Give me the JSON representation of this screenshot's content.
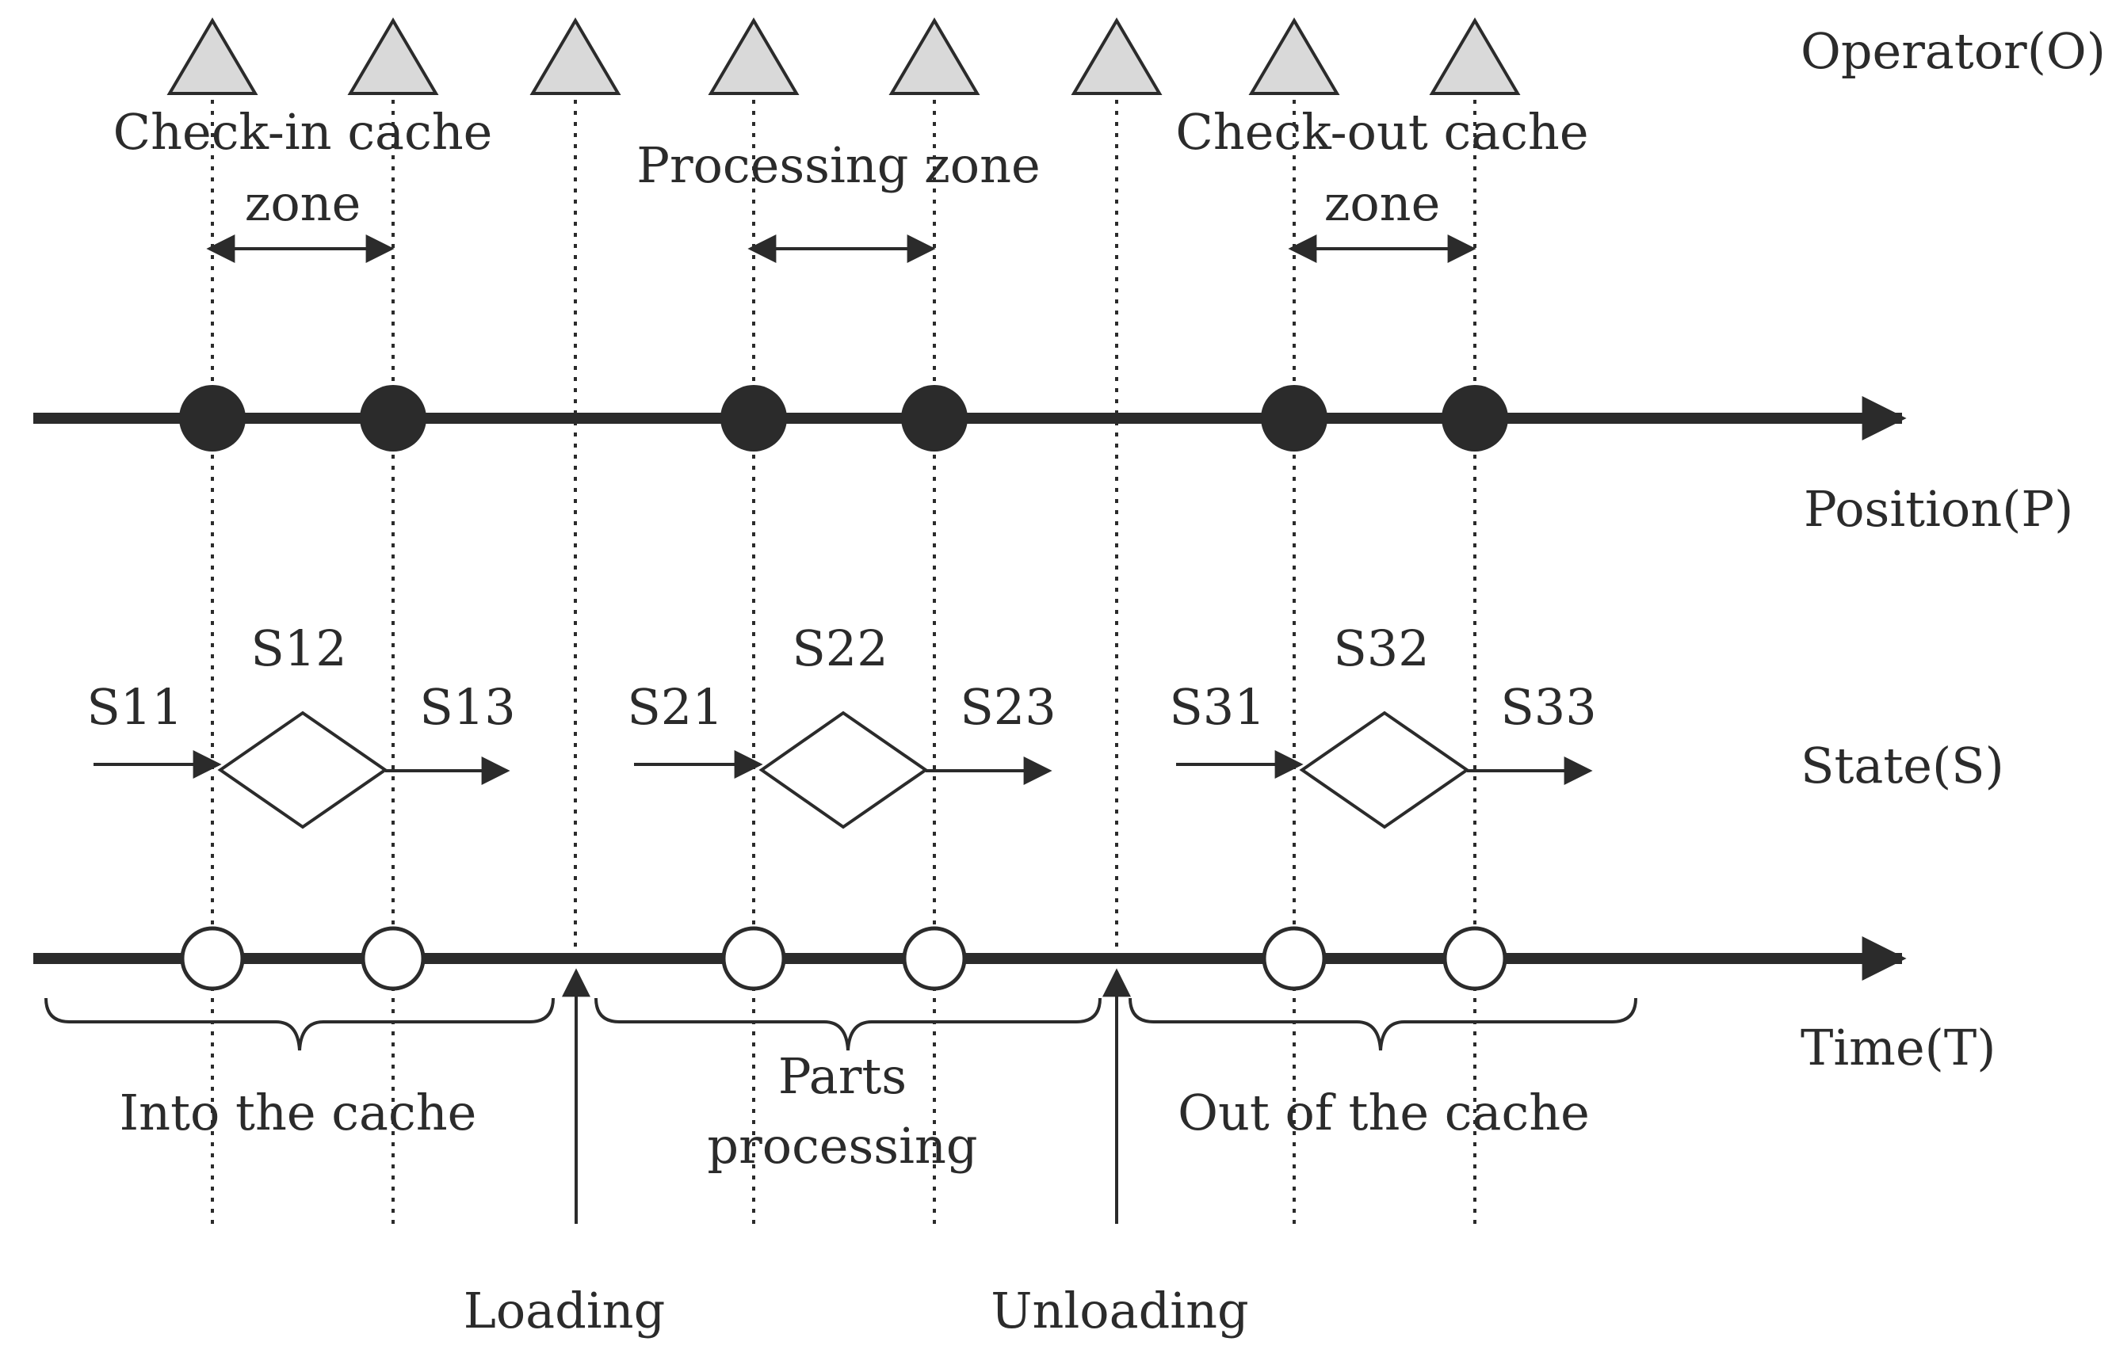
{
  "axes": {
    "operator": "Operator(O)",
    "position": "Position(P)",
    "state": "State(S)",
    "time": "Time(T)"
  },
  "zones": [
    {
      "line1": "Check-in cache",
      "line2": "zone"
    },
    {
      "line1": "Processing zone",
      "line2": ""
    },
    {
      "line1": "Check-out cache",
      "line2": "zone"
    }
  ],
  "states": [
    {
      "in": "S11",
      "mid": "S12",
      "out": "S13"
    },
    {
      "in": "S21",
      "mid": "S22",
      "out": "S23"
    },
    {
      "in": "S31",
      "mid": "S32",
      "out": "S33"
    }
  ],
  "phases": [
    {
      "line1": "Into the cache",
      "line2": ""
    },
    {
      "line1": "Parts",
      "line2": "processing"
    },
    {
      "line1": "Out of the cache",
      "line2": ""
    }
  ],
  "events": {
    "loading": "Loading",
    "unloading": "Unloading"
  },
  "colors": {
    "ink": "#2b2b2b",
    "triangle_fill": "#d9d9d9"
  }
}
